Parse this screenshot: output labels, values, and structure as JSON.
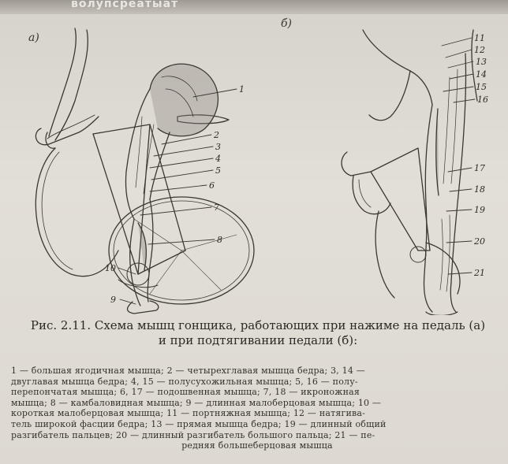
{
  "header_bleed": "волупсреатыат",
  "panels": {
    "a": "а)",
    "b": "б)"
  },
  "callouts_left": [
    "1",
    "2",
    "3",
    "4",
    "5",
    "6",
    "7",
    "8",
    "10",
    "9"
  ],
  "callouts_right": [
    "11",
    "12",
    "13",
    "14",
    "15",
    "16",
    "17",
    "18",
    "19",
    "20",
    "21"
  ],
  "caption": {
    "line1": "Рис. 2.11. Схема мышц гонщика, работающих при нажиме на педаль (а)",
    "line2": "и при подтягивании педали (б):"
  },
  "legend_lines": [
    "1 — большая ягодичная мышца; 2 — четырехглавая мышца бедра; 3, 14 —",
    "двуглавая мышца бедра; 4, 15 — полусухожильная мышца; 5, 16 — полу-",
    "перепончатая мышца; 6, 17 — подошвенная мышца; 7, 18 — икроножная",
    "мышца; 8 — камбаловидная мышца; 9 — длинная малоберцовая мышца; 10 —",
    "короткая малоберцовая мышца; 11 — портняжная мышца; 12 — натягива-",
    "тель широкой фасции бедра; 13 — прямая мышца бедра; 19 — длинный общий",
    "разгибатель пальцев; 20 — длинный разгибатель большого пальца; 21 — пе-",
    "редняя большеберцовая мышца"
  ]
}
